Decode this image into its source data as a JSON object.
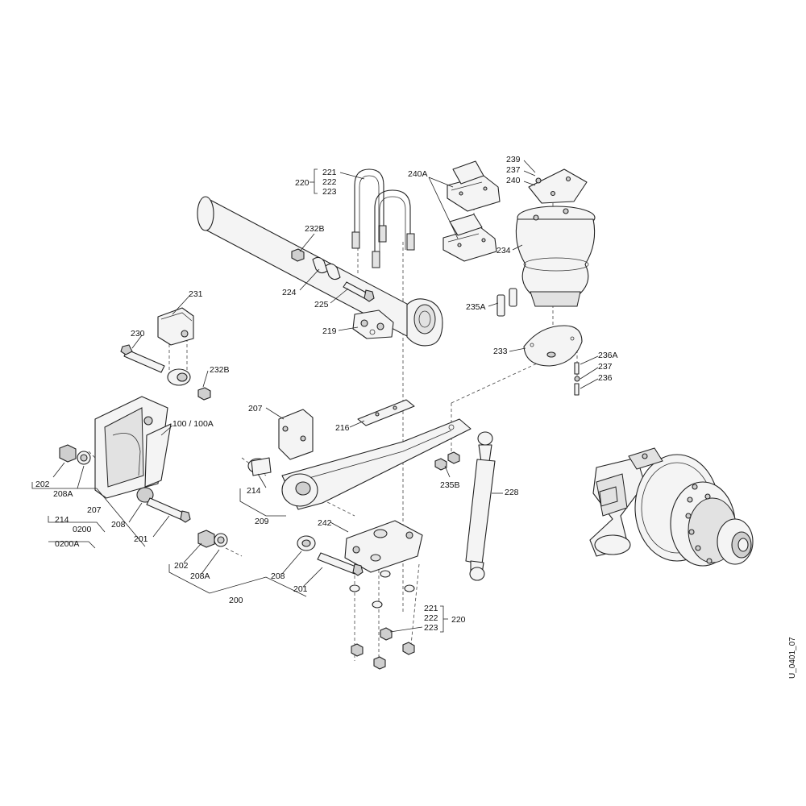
{
  "diagram": {
    "reference_code": "U_0401_07",
    "callouts": {
      "c200": "200",
      "c201a": "201",
      "c201b": "201",
      "c202a": "202",
      "c202b": "202",
      "c207a": "207",
      "c207b": "207",
      "c208a": "208",
      "c208b": "208",
      "c208Aa": "208A",
      "c208Ab": "208A",
      "c209": "209",
      "c214a": "214",
      "c214b": "214",
      "c0200": "0200",
      "c0200A": "0200A",
      "c100": "100 / 100A",
      "c216": "216",
      "c219": "219",
      "c220a": "220",
      "c220b": "220",
      "c221a": "221",
      "c222a": "222",
      "c223a": "223",
      "c221b": "221",
      "c222b": "222",
      "c223b": "223",
      "c224": "224",
      "c225": "225",
      "c228": "228",
      "c230": "230",
      "c231": "231",
      "c232Ba": "232B",
      "c232Bb": "232B",
      "c233": "233",
      "c234": "234",
      "c235A": "235A",
      "c235B": "235B",
      "c236": "236",
      "c236A": "236A",
      "c237a": "237",
      "c237b": "237",
      "c239": "239",
      "c240": "240",
      "c240A": "240A",
      "c242": "242"
    }
  }
}
